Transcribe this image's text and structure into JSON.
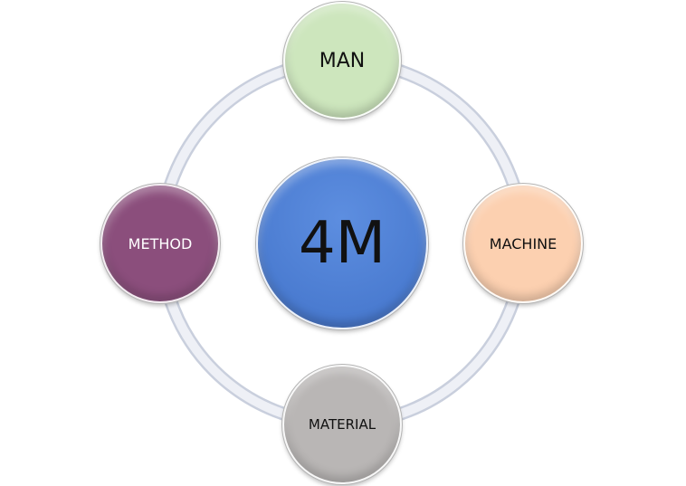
{
  "center": {
    "label": "4M",
    "color": "#4a7bd0"
  },
  "nodes": [
    {
      "label": "MAN",
      "color": "#cde6bd",
      "text_color": "#111111"
    },
    {
      "label": "MACHINE",
      "color": "#fcd0b0",
      "text_color": "#111111"
    },
    {
      "label": "MATERIAL",
      "color": "#b9b6b5",
      "text_color": "#111111"
    },
    {
      "label": "METHOD",
      "color": "#8b4e7c",
      "text_color": "#ffffff"
    }
  ],
  "ring_color": "#dfe3ee"
}
